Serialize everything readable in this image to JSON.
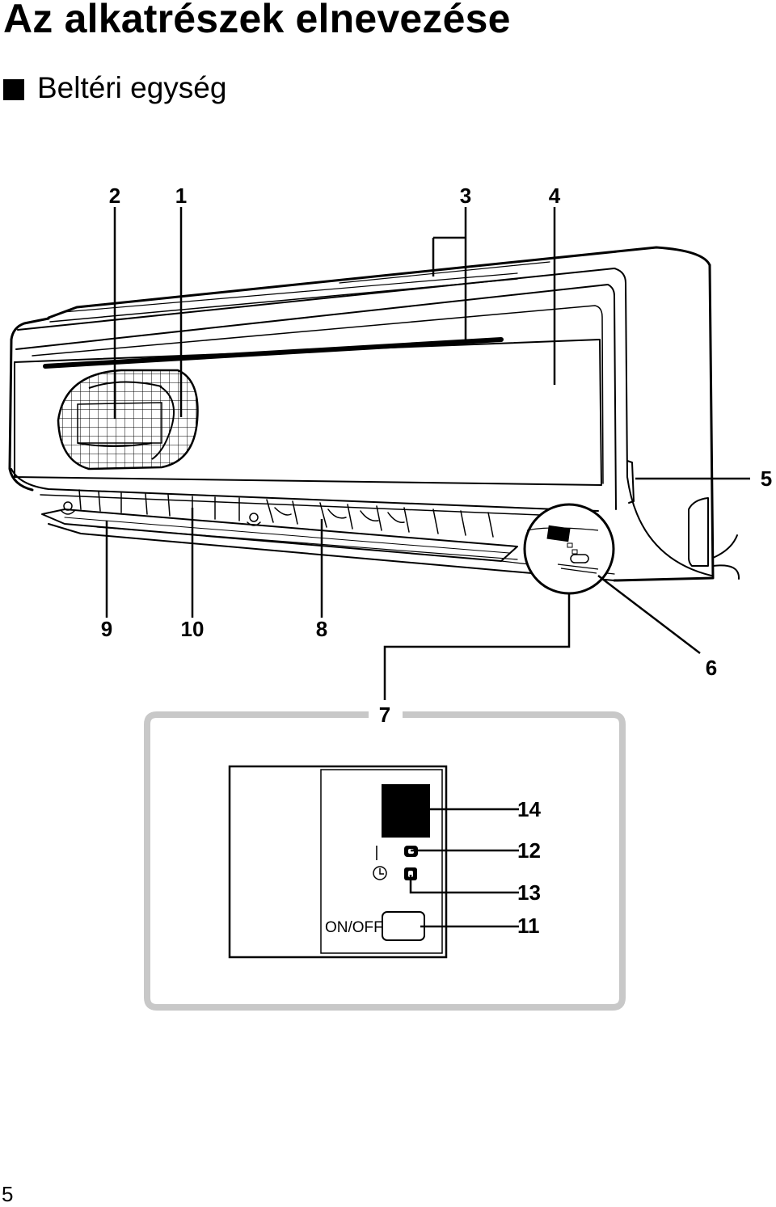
{
  "header": {
    "title": "Az alkatrészek elnevezése",
    "subtitle": "Beltéri egység"
  },
  "callouts": {
    "c1": "1",
    "c2": "2",
    "c3": "3",
    "c4": "4",
    "c5": "5",
    "c6": "6",
    "c7": "7",
    "c8": "8",
    "c9": "9",
    "c10": "10",
    "c11": "11",
    "c12": "12",
    "c13": "13",
    "c14": "14"
  },
  "panel": {
    "button_label": "ON/OFF",
    "power_symbol": "|"
  },
  "footer": {
    "page_number": "5"
  },
  "icons": [
    "square-bullet-icon",
    "timer-clock-icon"
  ]
}
